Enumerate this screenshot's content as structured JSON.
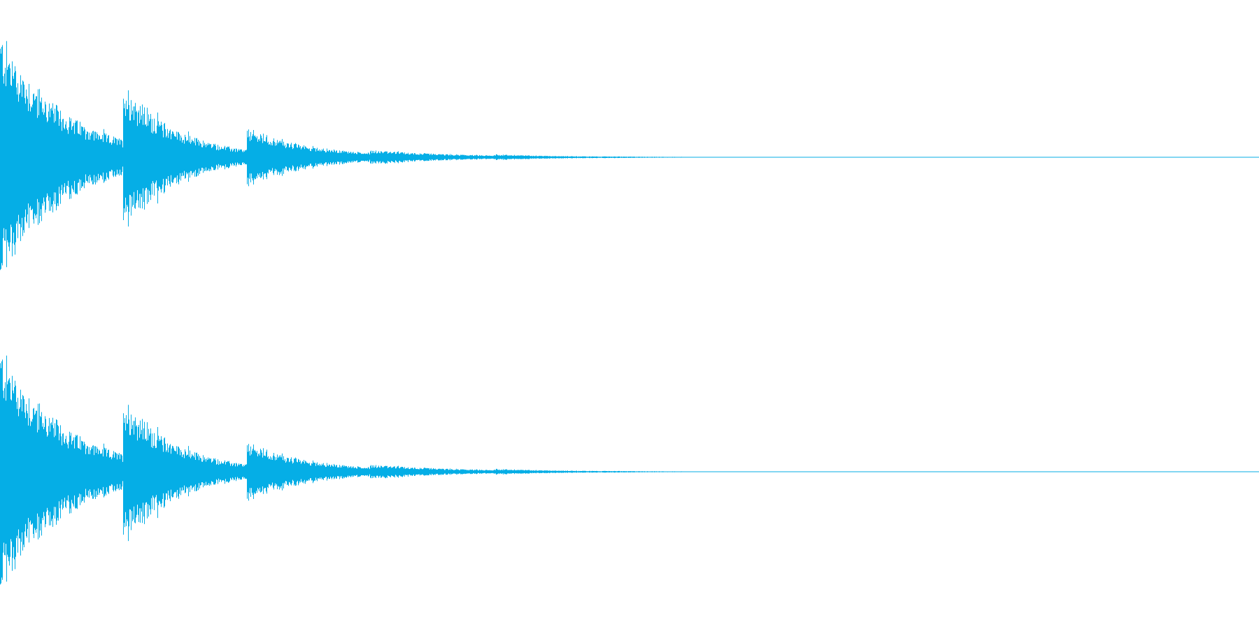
{
  "waveform": {
    "color": "#05aee6",
    "channels": [
      {
        "segments": [
          {
            "start": 0.0,
            "end": 0.098,
            "amp_start": 0.86,
            "amp_end": 0.12
          },
          {
            "start": 0.098,
            "end": 0.196,
            "amp_start": 0.52,
            "amp_end": 0.05
          },
          {
            "start": 0.196,
            "end": 0.294,
            "amp_start": 0.2,
            "amp_end": 0.03
          },
          {
            "start": 0.294,
            "end": 0.392,
            "amp_start": 0.05,
            "amp_end": 0.012
          },
          {
            "start": 0.392,
            "end": 0.48,
            "amp_start": 0.02,
            "amp_end": 0.005
          },
          {
            "start": 0.48,
            "end": 0.56,
            "amp_start": 0.006,
            "amp_end": 0.002
          }
        ],
        "tail_end": 1.0
      },
      {
        "segments": [
          {
            "start": 0.0,
            "end": 0.098,
            "amp_start": 0.86,
            "amp_end": 0.12
          },
          {
            "start": 0.098,
            "end": 0.196,
            "amp_start": 0.52,
            "amp_end": 0.05
          },
          {
            "start": 0.196,
            "end": 0.294,
            "amp_start": 0.2,
            "amp_end": 0.03
          },
          {
            "start": 0.294,
            "end": 0.392,
            "amp_start": 0.05,
            "amp_end": 0.012
          },
          {
            "start": 0.392,
            "end": 0.48,
            "amp_start": 0.02,
            "amp_end": 0.005
          },
          {
            "start": 0.48,
            "end": 0.56,
            "amp_start": 0.006,
            "amp_end": 0.002
          }
        ],
        "tail_end": 1.0
      }
    ]
  }
}
